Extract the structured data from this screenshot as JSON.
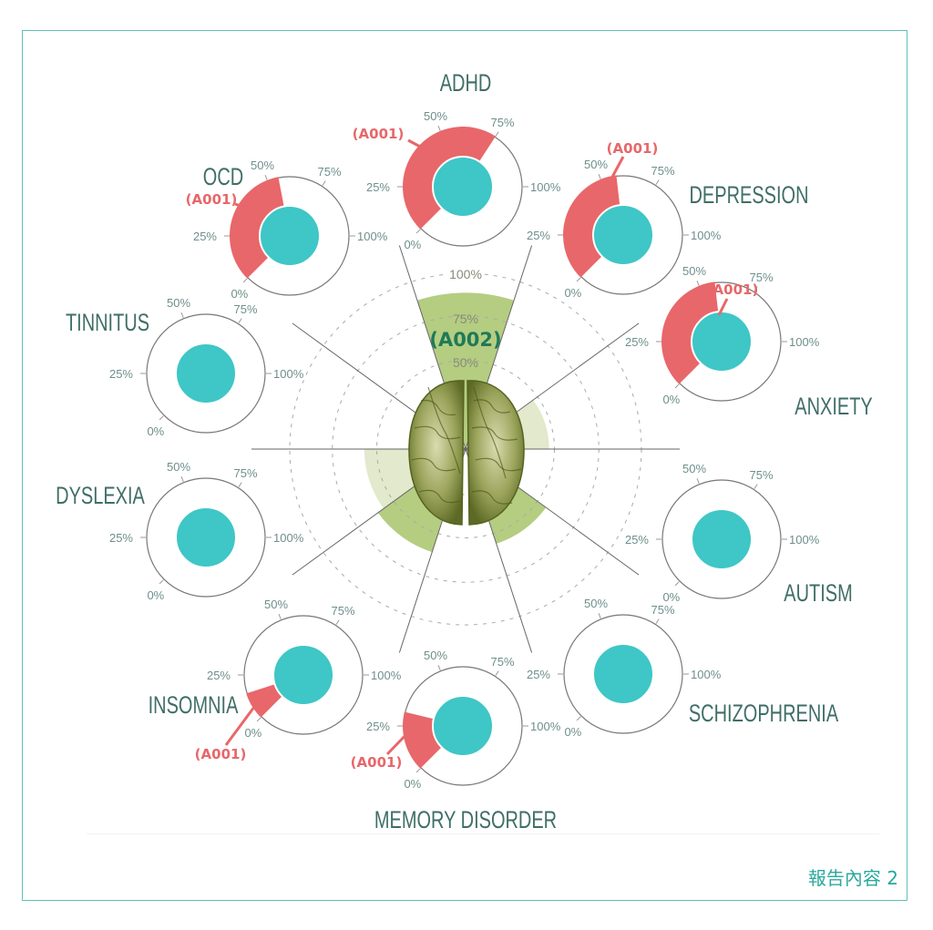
{
  "colors": {
    "teal": "#3fc6c6",
    "red": "#e8676a",
    "ring": "#777777",
    "frame": "#5cc2b8",
    "sector_dark": "#a7c46b",
    "sector_light": "#e2e9cc",
    "footer": "#2aa89c"
  },
  "gauge_ticks": [
    "0%",
    "25%",
    "50%",
    "75%",
    "100%"
  ],
  "gauges": [
    {
      "name": "ADHD",
      "value": 75,
      "tag": "(A001)"
    },
    {
      "name": "DEPRESSION",
      "value": 57,
      "tag": "(A001)"
    },
    {
      "name": "ANXIETY",
      "value": 57,
      "tag": "(A001)"
    },
    {
      "name": "AUTISM",
      "value": 0,
      "tag": null
    },
    {
      "name": "SCHIZOPHRENIA",
      "value": 0,
      "tag": null
    },
    {
      "name": "MEMORY DISORDER",
      "value": 30,
      "tag": "(A001)"
    },
    {
      "name": "INSOMNIA",
      "value": 15,
      "tag": "(A001)"
    },
    {
      "name": "DYSLEXIA",
      "value": 0,
      "tag": null
    },
    {
      "name": "TINNITUS",
      "value": 0,
      "tag": null
    },
    {
      "name": "OCD",
      "value": 55,
      "tag": "(A001)"
    }
  ],
  "radar": {
    "ring_labels": [
      "50%",
      "75%",
      "100%"
    ],
    "center_tag": "(A002)",
    "sectors": [
      {
        "name": "ADHD",
        "value": 88,
        "shade": "dark"
      },
      {
        "name": "DEPRESSION",
        "value": 0,
        "shade": "none"
      },
      {
        "name": "ANXIETY",
        "value": 47,
        "shade": "light"
      },
      {
        "name": "AUTISM",
        "value": 0,
        "shade": "none"
      },
      {
        "name": "SCHIZOPHRENIA",
        "value": 56,
        "shade": "dark"
      },
      {
        "name": "MEMORY DISORDER",
        "value": 0,
        "shade": "none"
      },
      {
        "name": "INSOMNIA",
        "value": 61,
        "shade": "dark"
      },
      {
        "name": "DYSLEXIA",
        "value": 57,
        "shade": "light"
      },
      {
        "name": "TINNITUS",
        "value": 0,
        "shade": "none"
      },
      {
        "name": "OCD",
        "value": 0,
        "shade": "none"
      }
    ]
  },
  "footer": {
    "label": "報告內容 2"
  }
}
